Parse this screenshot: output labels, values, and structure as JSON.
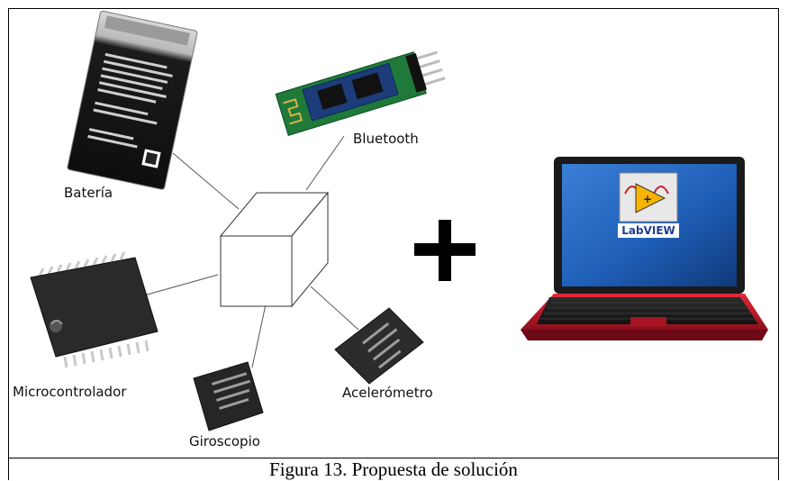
{
  "diagram": {
    "components": {
      "battery": "Batería",
      "bluetooth": "Bluetooth",
      "microcontroller": "Microcontrolador",
      "gyroscope": "Giroscopio",
      "accelerometer": "Acelerómetro"
    },
    "plus_symbol": "+",
    "software_logo": "LabVIEW"
  },
  "caption": "Figura 13. Propuesta de solución",
  "colors": {
    "laptop_body": "#c4182a",
    "screen_blue": "#1f5fb8",
    "pcb_green": "#1f7a3a",
    "chip_dark": "#2a2a2a"
  }
}
